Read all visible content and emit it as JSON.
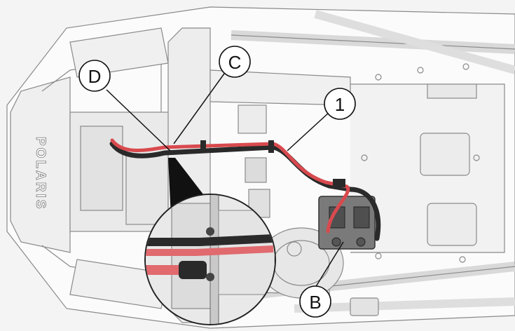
{
  "diagram": {
    "brand_logo": "POLARIS",
    "callouts": {
      "cable": "1",
      "battery": "B",
      "connection": "C",
      "routing": "D"
    },
    "colors": {
      "cable_red": "#d84a4e",
      "cable_black": "#2a2a2a",
      "line_art": "#8a8a8a",
      "battery_gray": "#6e6e6e",
      "background": "#f4f4f4"
    },
    "icons": {
      "detail_zoom": "magnifier-inset",
      "battery": "battery-icon"
    }
  }
}
